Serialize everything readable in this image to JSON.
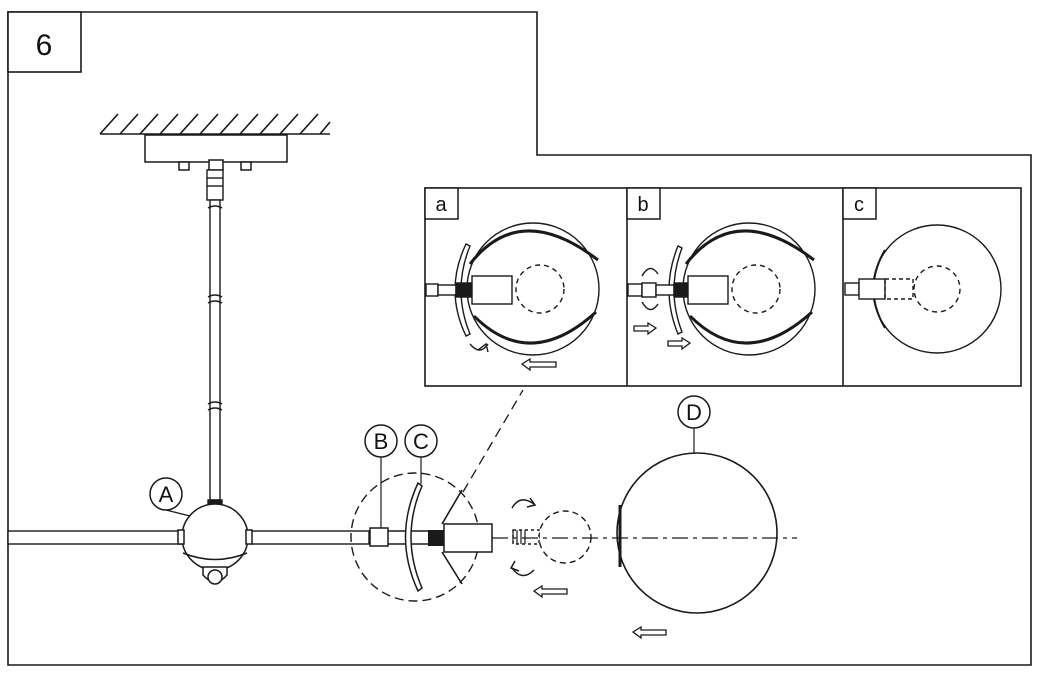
{
  "step": {
    "number": "6"
  },
  "panels": [
    {
      "id": "a",
      "label": "a"
    },
    {
      "id": "b",
      "label": "b"
    },
    {
      "id": "c",
      "label": "c"
    }
  ],
  "parts": {
    "A": "A",
    "B": "B",
    "C": "C",
    "D": "D"
  },
  "colors": {
    "line": "#1a1a1a",
    "fill": "#ffffff"
  }
}
